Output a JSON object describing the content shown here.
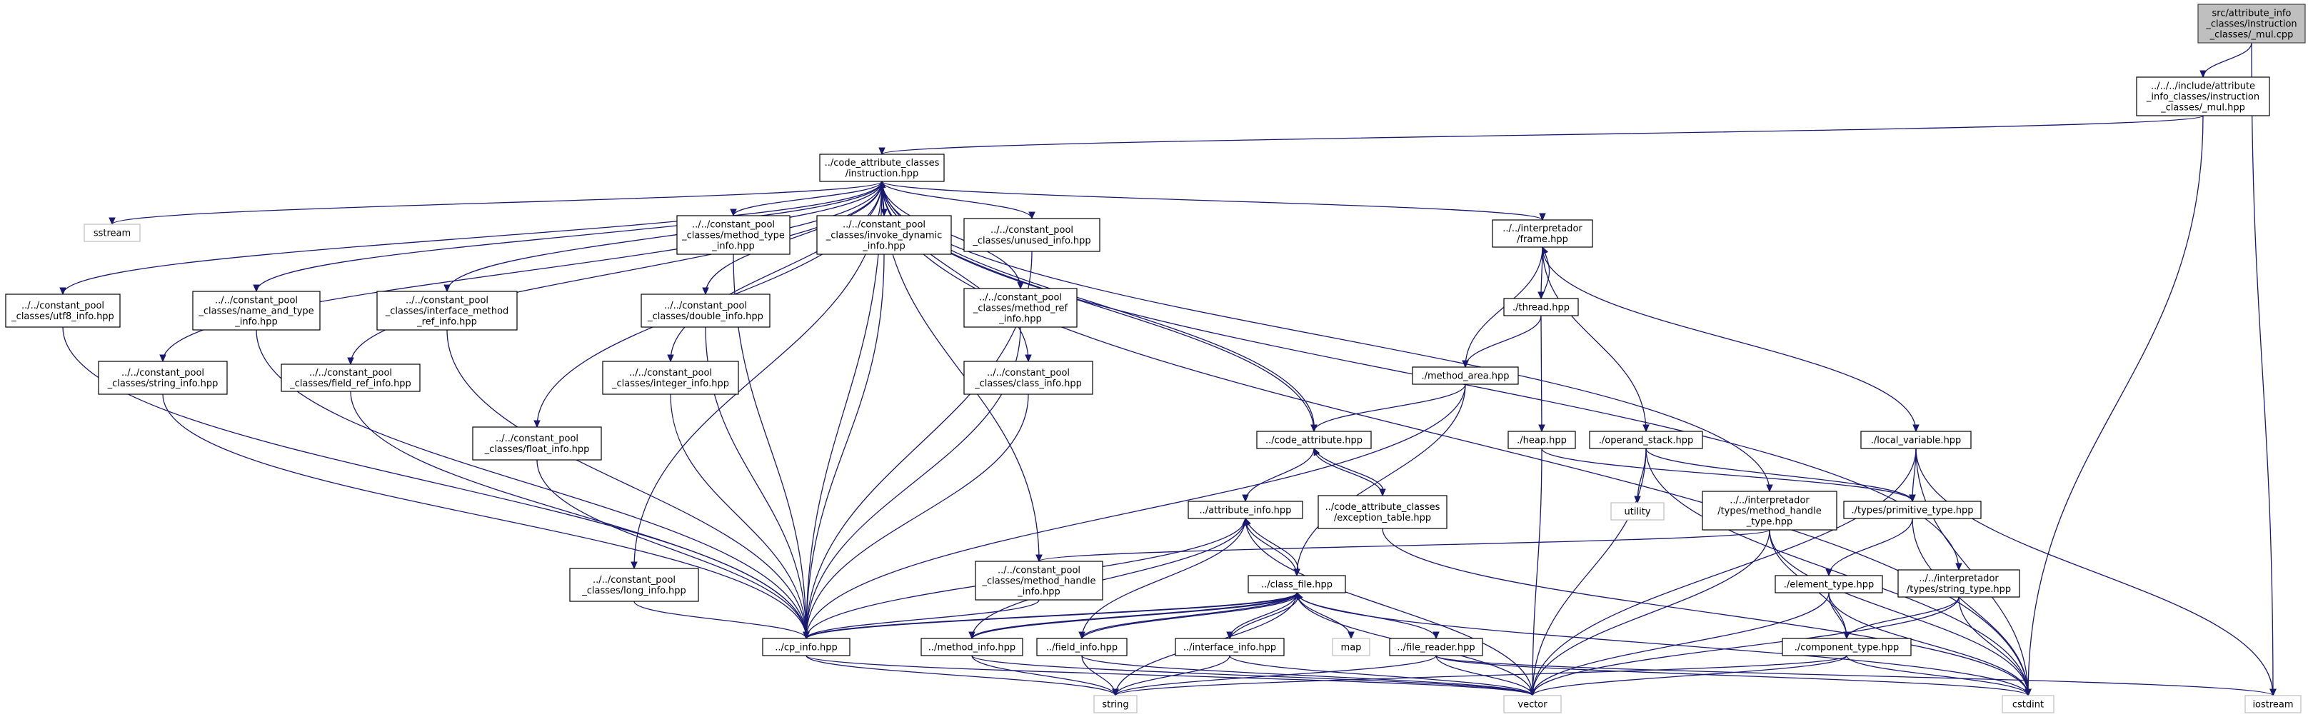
{
  "diagram": {
    "nodes": [
      {
        "id": "root",
        "style": "root",
        "lines": [
          "src/attribute_info",
          "_classes/instruction",
          "_classes/_mul.cpp"
        ]
      },
      {
        "id": "mul_hpp",
        "lines": [
          "../../../include/attribute",
          "_info_classes/instruction",
          "_classes/_mul.hpp"
        ]
      },
      {
        "id": "instruction",
        "lines": [
          "../code_attribute_classes",
          "/instruction.hpp"
        ]
      },
      {
        "id": "sstream",
        "style": "sys",
        "lines": [
          "sstream"
        ]
      },
      {
        "id": "method_type",
        "lines": [
          "../../constant_pool",
          "_classes/method_type",
          "_info.hpp"
        ]
      },
      {
        "id": "invoke_dynamic",
        "lines": [
          "../../constant_pool",
          "_classes/invoke_dynamic",
          "_info.hpp"
        ]
      },
      {
        "id": "unused",
        "lines": [
          "../../constant_pool",
          "_classes/unused_info.hpp"
        ]
      },
      {
        "id": "frame",
        "lines": [
          "../../interpretador",
          "/frame.hpp"
        ]
      },
      {
        "id": "utf8",
        "lines": [
          "../../constant_pool",
          "_classes/utf8_info.hpp"
        ]
      },
      {
        "id": "name_and_type",
        "lines": [
          "../../constant_pool",
          "_classes/name_and_type",
          "_info.hpp"
        ]
      },
      {
        "id": "interface_method",
        "lines": [
          "../../constant_pool",
          "_classes/interface_method",
          "_ref_info.hpp"
        ]
      },
      {
        "id": "double",
        "lines": [
          "../../constant_pool",
          "_classes/double_info.hpp"
        ]
      },
      {
        "id": "method_ref",
        "lines": [
          "../../constant_pool",
          "_classes/method_ref",
          "_info.hpp"
        ]
      },
      {
        "id": "thread",
        "lines": [
          "./thread.hpp"
        ]
      },
      {
        "id": "string_info",
        "lines": [
          "../../constant_pool",
          "_classes/string_info.hpp"
        ]
      },
      {
        "id": "field_ref",
        "lines": [
          "../../constant_pool",
          "_classes/field_ref_info.hpp"
        ]
      },
      {
        "id": "integer",
        "lines": [
          "../../constant_pool",
          "_classes/integer_info.hpp"
        ]
      },
      {
        "id": "class_info",
        "lines": [
          "../../constant_pool",
          "_classes/class_info.hpp"
        ]
      },
      {
        "id": "method_area",
        "lines": [
          "./method_area.hpp"
        ]
      },
      {
        "id": "float",
        "lines": [
          "../../constant_pool",
          "_classes/float_info.hpp"
        ]
      },
      {
        "id": "code_attribute",
        "lines": [
          "../code_attribute.hpp"
        ]
      },
      {
        "id": "heap",
        "lines": [
          "./heap.hpp"
        ]
      },
      {
        "id": "operand_stack",
        "lines": [
          "./operand_stack.hpp"
        ]
      },
      {
        "id": "local_variable",
        "lines": [
          "./local_variable.hpp"
        ]
      },
      {
        "id": "attribute_info",
        "lines": [
          "../attribute_info.hpp"
        ]
      },
      {
        "id": "exception_table",
        "lines": [
          "../code_attribute_classes",
          "/exception_table.hpp"
        ]
      },
      {
        "id": "utility",
        "style": "sys",
        "lines": [
          "utility"
        ]
      },
      {
        "id": "method_handle_type",
        "lines": [
          "../../interpretador",
          "/types/method_handle",
          "_type.hpp"
        ]
      },
      {
        "id": "primitive_type",
        "lines": [
          "./types/primitive_type.hpp"
        ]
      },
      {
        "id": "long",
        "lines": [
          "../../constant_pool",
          "_classes/long_info.hpp"
        ]
      },
      {
        "id": "method_handle_info",
        "lines": [
          "../../constant_pool",
          "_classes/method_handle",
          "_info.hpp"
        ]
      },
      {
        "id": "class_file",
        "lines": [
          "../class_file.hpp"
        ]
      },
      {
        "id": "element_type",
        "lines": [
          "./element_type.hpp"
        ]
      },
      {
        "id": "string_type",
        "lines": [
          "../../interpretador",
          "/types/string_type.hpp"
        ]
      },
      {
        "id": "cp_info",
        "lines": [
          "../cp_info.hpp"
        ]
      },
      {
        "id": "method_info",
        "lines": [
          "../method_info.hpp"
        ]
      },
      {
        "id": "field_info",
        "lines": [
          "../field_info.hpp"
        ]
      },
      {
        "id": "interface_info",
        "lines": [
          "../interface_info.hpp"
        ]
      },
      {
        "id": "map",
        "style": "sys",
        "lines": [
          "map"
        ]
      },
      {
        "id": "file_reader",
        "lines": [
          "../file_reader.hpp"
        ]
      },
      {
        "id": "component_type",
        "lines": [
          "./component_type.hpp"
        ]
      },
      {
        "id": "string",
        "style": "sys",
        "lines": [
          "string"
        ]
      },
      {
        "id": "vector",
        "style": "sys",
        "lines": [
          "vector"
        ]
      },
      {
        "id": "cstdint",
        "style": "sys",
        "lines": [
          "cstdint"
        ]
      },
      {
        "id": "iostream",
        "style": "sys",
        "lines": [
          "iostream"
        ]
      }
    ],
    "edges": [
      [
        "root",
        "mul_hpp"
      ],
      [
        "root",
        "iostream"
      ],
      [
        "mul_hpp",
        "instruction"
      ],
      [
        "mul_hpp",
        "cstdint"
      ],
      [
        "instruction",
        "sstream"
      ],
      [
        "instruction",
        "utf8"
      ],
      [
        "instruction",
        "string_info"
      ],
      [
        "instruction",
        "name_and_type"
      ],
      [
        "instruction",
        "field_ref"
      ],
      [
        "instruction",
        "interface_method"
      ],
      [
        "instruction",
        "float"
      ],
      [
        "instruction",
        "long"
      ],
      [
        "instruction",
        "integer"
      ],
      [
        "instruction",
        "double"
      ],
      [
        "instruction",
        "method_type"
      ],
      [
        "instruction",
        "invoke_dynamic"
      ],
      [
        "instruction",
        "unused"
      ],
      [
        "instruction",
        "method_ref"
      ],
      [
        "instruction",
        "class_info"
      ],
      [
        "instruction",
        "method_handle_info"
      ],
      [
        "instruction",
        "code_attribute"
      ],
      [
        "instruction",
        "frame"
      ],
      [
        "instruction",
        "method_handle_type"
      ],
      [
        "instruction",
        "string_type"
      ],
      [
        "instruction",
        "cstdint"
      ],
      [
        "instruction",
        "cp_info"
      ],
      [
        "utf8",
        "cp_info"
      ],
      [
        "string_info",
        "cp_info"
      ],
      [
        "name_and_type",
        "cp_info"
      ],
      [
        "field_ref",
        "cp_info"
      ],
      [
        "interface_method",
        "cp_info"
      ],
      [
        "float",
        "cp_info"
      ],
      [
        "long",
        "cp_info"
      ],
      [
        "integer",
        "cp_info"
      ],
      [
        "double",
        "cp_info"
      ],
      [
        "method_type",
        "cp_info"
      ],
      [
        "invoke_dynamic",
        "cp_info"
      ],
      [
        "unused",
        "cp_info"
      ],
      [
        "method_ref",
        "cp_info"
      ],
      [
        "class_info",
        "cp_info"
      ],
      [
        "method_handle_info",
        "cp_info"
      ],
      [
        "code_attribute",
        "instruction"
      ],
      [
        "code_attribute",
        "attribute_info"
      ],
      [
        "code_attribute",
        "exception_table"
      ],
      [
        "exception_table",
        "code_attribute"
      ],
      [
        "exception_table",
        "cstdint"
      ],
      [
        "frame",
        "thread"
      ],
      [
        "frame",
        "method_area"
      ],
      [
        "frame",
        "operand_stack"
      ],
      [
        "frame",
        "local_variable"
      ],
      [
        "thread",
        "frame"
      ],
      [
        "thread",
        "method_area"
      ],
      [
        "thread",
        "heap"
      ],
      [
        "method_area",
        "code_attribute"
      ],
      [
        "method_area",
        "class_file"
      ],
      [
        "method_area",
        "cp_info"
      ],
      [
        "heap",
        "primitive_type"
      ],
      [
        "heap",
        "vector"
      ],
      [
        "operand_stack",
        "utility"
      ],
      [
        "operand_stack",
        "primitive_type"
      ],
      [
        "operand_stack",
        "vector"
      ],
      [
        "operand_stack",
        "cstdint"
      ],
      [
        "local_variable",
        "primitive_type"
      ],
      [
        "local_variable",
        "vector"
      ],
      [
        "local_variable",
        "cstdint"
      ],
      [
        "local_variable",
        "iostream"
      ],
      [
        "attribute_info",
        "class_file"
      ],
      [
        "attribute_info",
        "vector"
      ],
      [
        "attribute_info",
        "cp_info"
      ],
      [
        "class_file",
        "attribute_info"
      ],
      [
        "class_file",
        "cp_info"
      ],
      [
        "class_file",
        "method_info"
      ],
      [
        "class_file",
        "field_info"
      ],
      [
        "class_file",
        "interface_info"
      ],
      [
        "class_file",
        "map"
      ],
      [
        "class_file",
        "file_reader"
      ],
      [
        "class_file",
        "string"
      ],
      [
        "class_file",
        "vector"
      ],
      [
        "class_file",
        "cstdint"
      ],
      [
        "cp_info",
        "class_file"
      ],
      [
        "cp_info",
        "string"
      ],
      [
        "cp_info",
        "vector"
      ],
      [
        "method_info",
        "class_file"
      ],
      [
        "method_info",
        "attribute_info"
      ],
      [
        "method_info",
        "string"
      ],
      [
        "method_info",
        "vector"
      ],
      [
        "field_info",
        "class_file"
      ],
      [
        "field_info",
        "attribute_info"
      ],
      [
        "field_info",
        "string"
      ],
      [
        "field_info",
        "vector"
      ],
      [
        "interface_info",
        "class_file"
      ],
      [
        "interface_info",
        "string"
      ],
      [
        "interface_info",
        "vector"
      ],
      [
        "file_reader",
        "string"
      ],
      [
        "file_reader",
        "vector"
      ],
      [
        "file_reader",
        "cstdint"
      ],
      [
        "file_reader",
        "iostream"
      ],
      [
        "primitive_type",
        "element_type"
      ],
      [
        "primitive_type",
        "cstdint"
      ],
      [
        "element_type",
        "component_type"
      ],
      [
        "element_type",
        "vector"
      ],
      [
        "element_type",
        "cstdint"
      ],
      [
        "string_type",
        "component_type"
      ],
      [
        "string_type",
        "vector"
      ],
      [
        "string_type",
        "cstdint"
      ],
      [
        "method_handle_type",
        "method_handle_info"
      ],
      [
        "method_handle_type",
        "component_type"
      ],
      [
        "method_handle_type",
        "vector"
      ],
      [
        "method_handle_type",
        "cstdint"
      ],
      [
        "component_type",
        "string"
      ],
      [
        "component_type",
        "vector"
      ],
      [
        "component_type",
        "cstdint"
      ]
    ],
    "colors": {
      "edge": "#191970",
      "node_border": "#000000",
      "root_fill": "#bfbfbf",
      "system_border": "#bfbfbf",
      "background": "#ffffff"
    }
  }
}
